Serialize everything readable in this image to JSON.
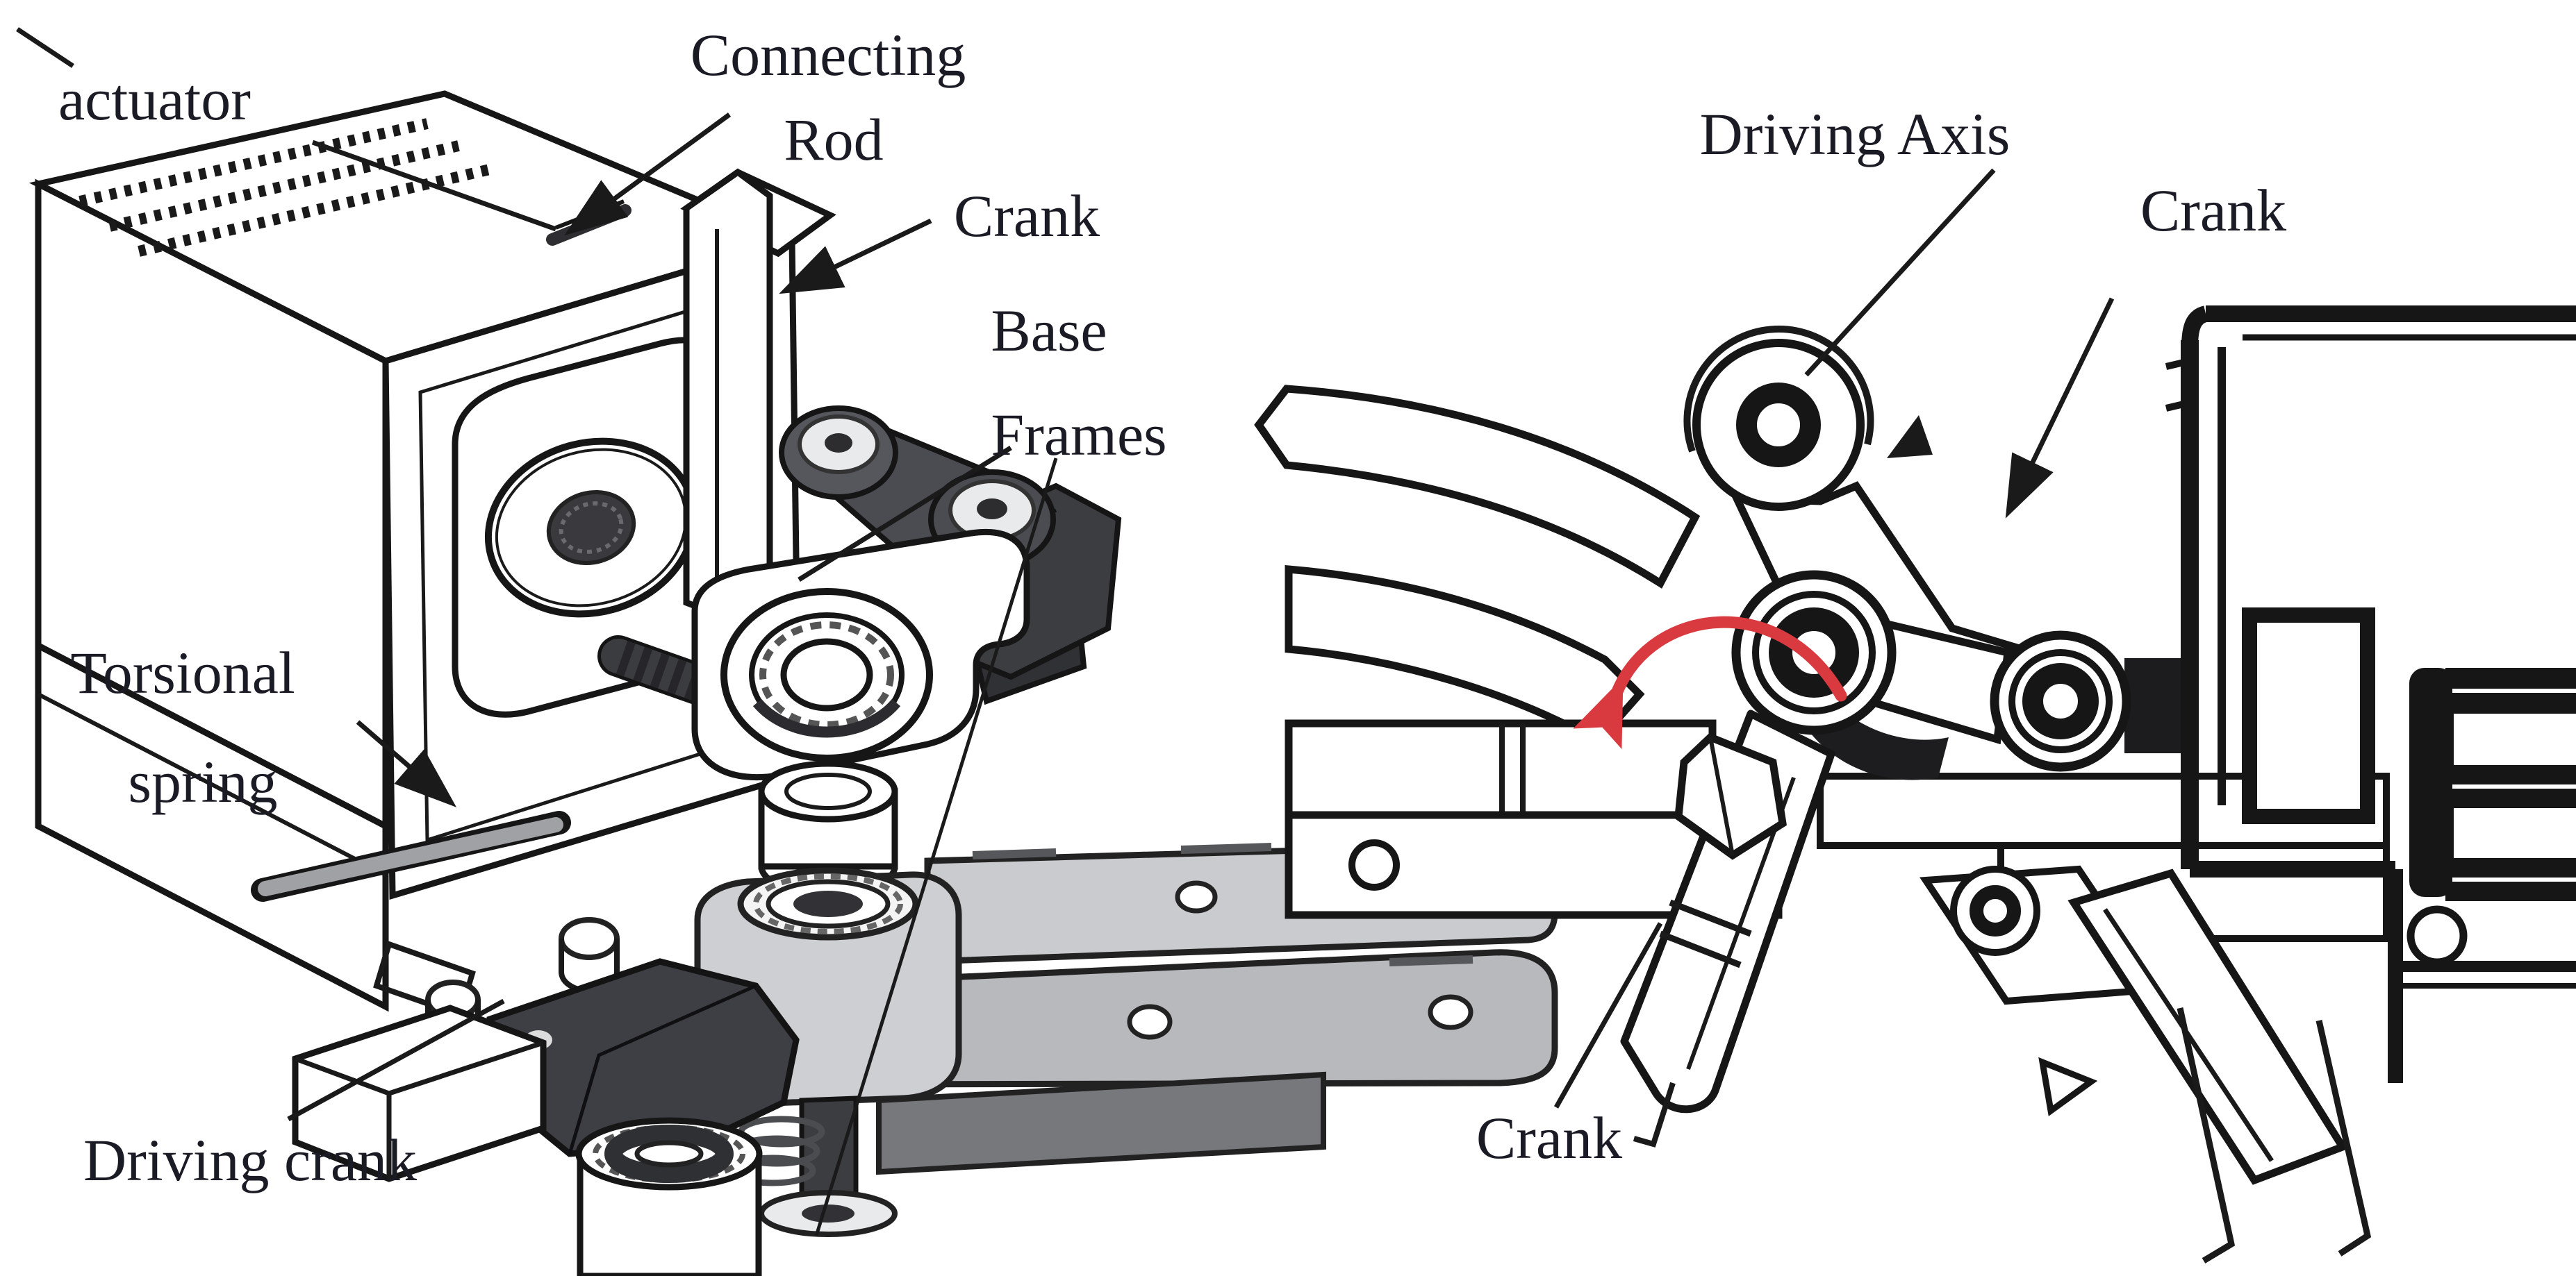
{
  "figure": {
    "background": "#ffffff",
    "colors": {
      "ink": "#1a1a1a",
      "text": "#1b1b26",
      "arrow_red": "#d93a40",
      "gray_light": "#cdcfd2",
      "gray_mid": "#b7b9bd",
      "gray_dark": "#3d3f44"
    },
    "panels": {
      "left": {
        "labels": {
          "actuator": {
            "text": "actuator"
          },
          "connecting_rod": {
            "lines": [
              "Connecting",
              "Rod"
            ]
          },
          "crank": {
            "text": "Crank"
          },
          "base_frames": {
            "lines": [
              "Base",
              "Frames"
            ]
          },
          "torsional_spring": {
            "lines": [
              "Torsional",
              "spring"
            ]
          },
          "driving_crank": {
            "text": "Driving crank"
          }
        }
      },
      "right": {
        "labels": {
          "driving_axis": {
            "text": "Driving Axis"
          },
          "crank_top": {
            "text": "Crank"
          },
          "crank_bottom": {
            "text": "Crank"
          }
        },
        "annotations": {
          "rotation_arrow": {
            "shape": "counterclockwise-arc",
            "color": "#d93a40"
          }
        }
      }
    }
  }
}
